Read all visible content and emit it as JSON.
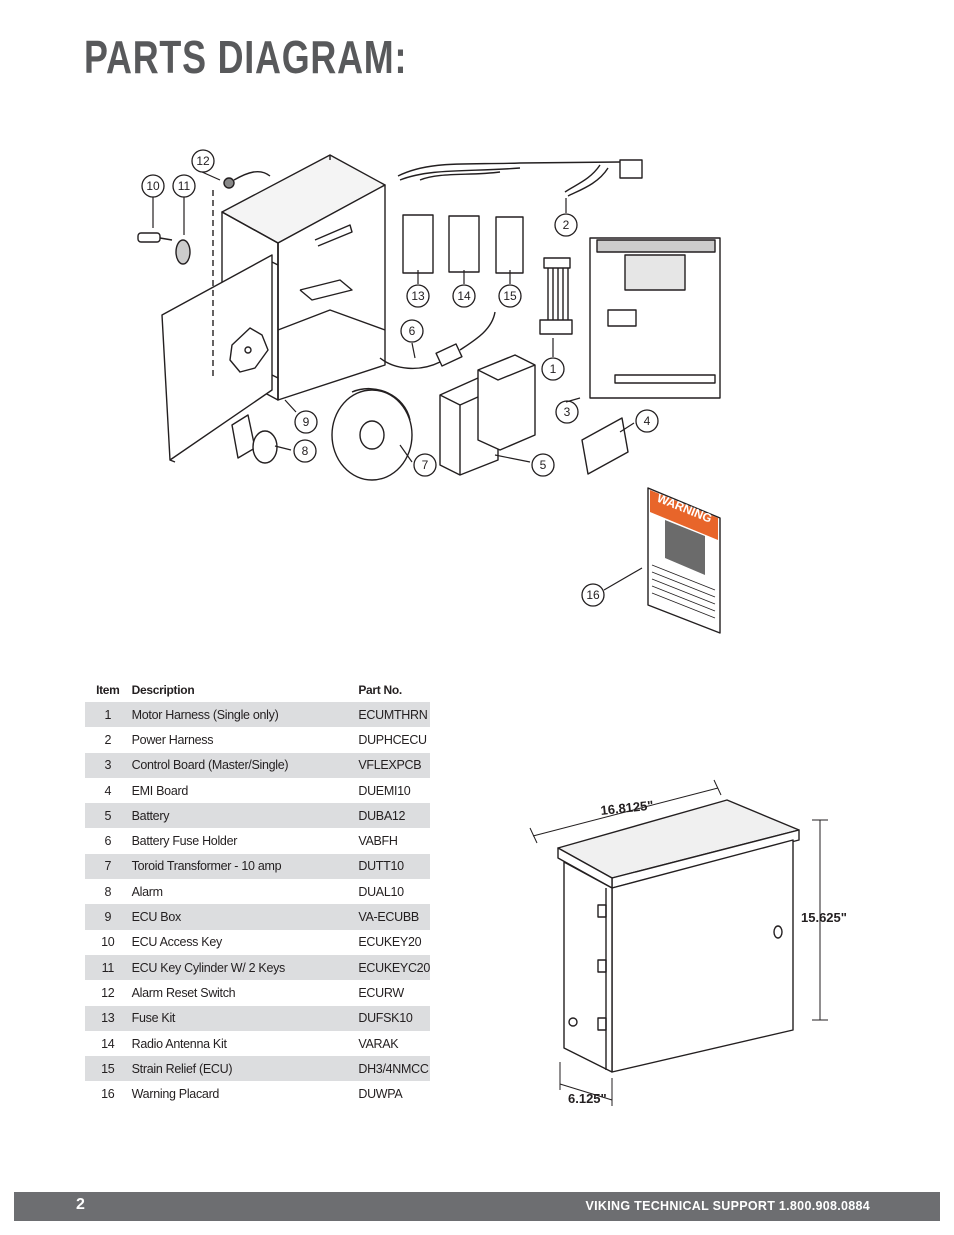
{
  "page": {
    "title": "PARTS DIAGRAM:"
  },
  "diagram": {
    "callouts": [
      "1",
      "2",
      "3",
      "4",
      "5",
      "6",
      "7",
      "8",
      "9",
      "10",
      "11",
      "12",
      "13",
      "14",
      "15",
      "16"
    ],
    "warning_label": "WARNING"
  },
  "dimensions": {
    "width": "16.8125\"",
    "height": "15.625\"",
    "depth": "6.125\""
  },
  "table": {
    "headers": {
      "item": "Item",
      "description": "Description",
      "part_no": "Part No."
    },
    "rows": [
      {
        "item": "1",
        "description": "Motor Harness (Single only)",
        "part_no": "ECUMTHRN"
      },
      {
        "item": "2",
        "description": "Power Harness",
        "part_no": "DUPHCECU"
      },
      {
        "item": "3",
        "description": "Control Board (Master/Single)",
        "part_no": "VFLEXPCB"
      },
      {
        "item": "4",
        "description": "EMI Board",
        "part_no": "DUEMI10"
      },
      {
        "item": "5",
        "description": "Battery",
        "part_no": "DUBA12"
      },
      {
        "item": "6",
        "description": "Battery Fuse Holder",
        "part_no": "VABFH"
      },
      {
        "item": "7",
        "description": "Toroid Transformer - 10 amp",
        "part_no": "DUTT10"
      },
      {
        "item": "8",
        "description": "Alarm",
        "part_no": "DUAL10"
      },
      {
        "item": "9",
        "description": "ECU Box",
        "part_no": "VA-ECUBB"
      },
      {
        "item": "10",
        "description": "ECU Access Key",
        "part_no": "ECUKEY20"
      },
      {
        "item": "11",
        "description": "ECU Key Cylinder W/ 2 Keys",
        "part_no": "ECUKEYC20"
      },
      {
        "item": "12",
        "description": "Alarm Reset Switch",
        "part_no": "ECURW"
      },
      {
        "item": "13",
        "description": "Fuse Kit",
        "part_no": "DUFSK10"
      },
      {
        "item": "14",
        "description": "Radio Antenna Kit",
        "part_no": "VARAK"
      },
      {
        "item": "15",
        "description": "Strain Relief (ECU)",
        "part_no": "DH3/4NMCC"
      },
      {
        "item": "16",
        "description": "Warning Placard",
        "part_no": "DUWPA"
      }
    ]
  },
  "footer": {
    "page_number": "2",
    "support_text": "VIKING TECHNICAL SUPPORT 1.800.908.0884"
  }
}
